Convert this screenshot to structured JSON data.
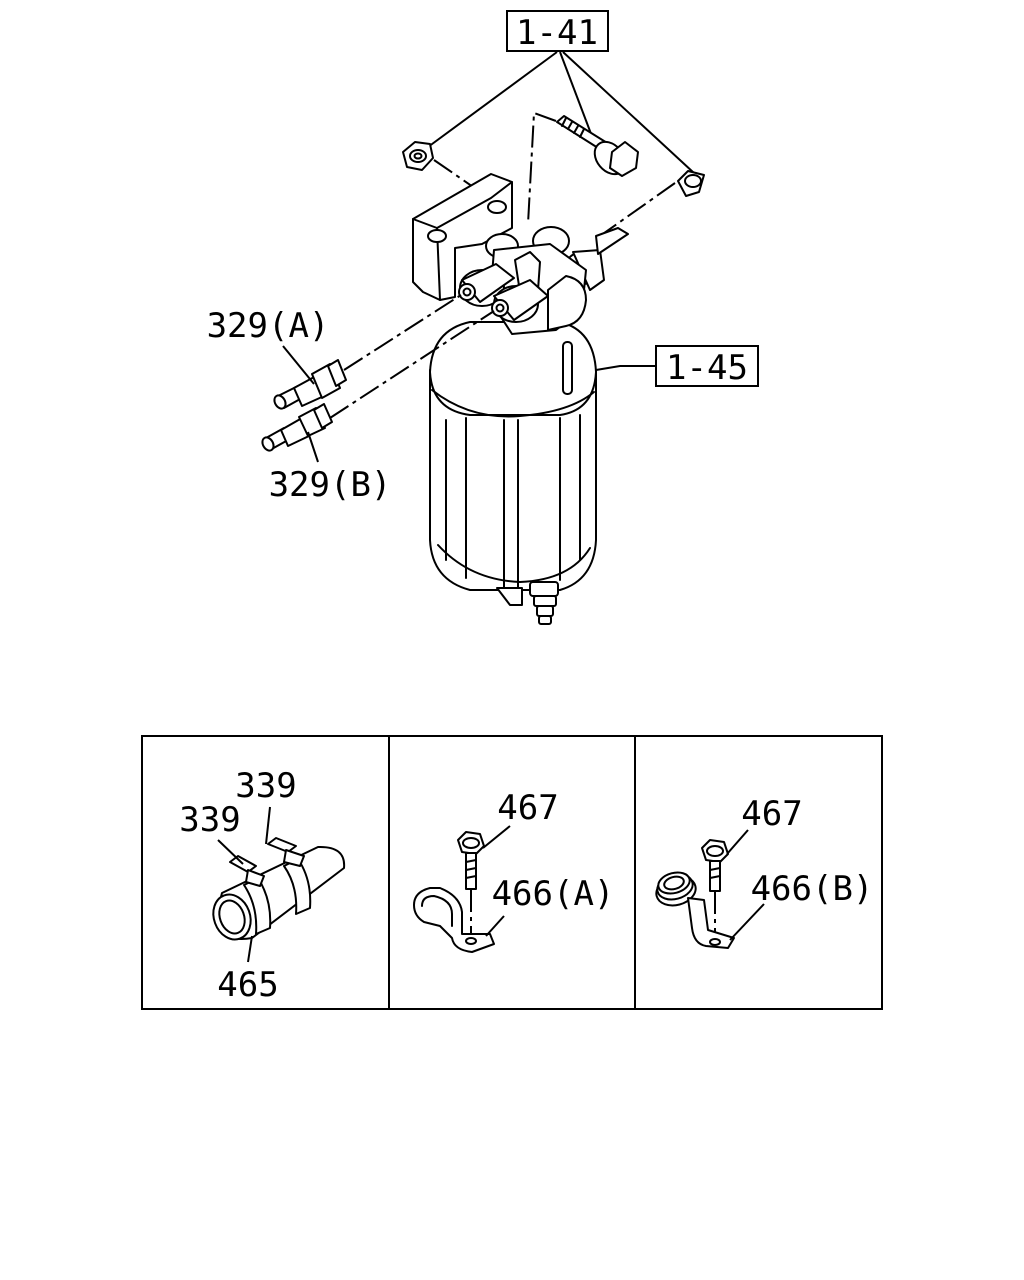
{
  "labels": {
    "kit_1_41": "1-41",
    "filter_1_45": "1-45",
    "fitting_329a": "329(A)",
    "fitting_329b": "329(B)",
    "clip_339_left": "339",
    "clip_339_right": "339",
    "hose_465": "465",
    "bolt_467_middle": "467",
    "bracket_466a": "466(A)",
    "bolt_467_right": "467",
    "bracket_466b": "466(B)"
  },
  "colors": {
    "line": "#000000",
    "background": "#ffffff"
  }
}
